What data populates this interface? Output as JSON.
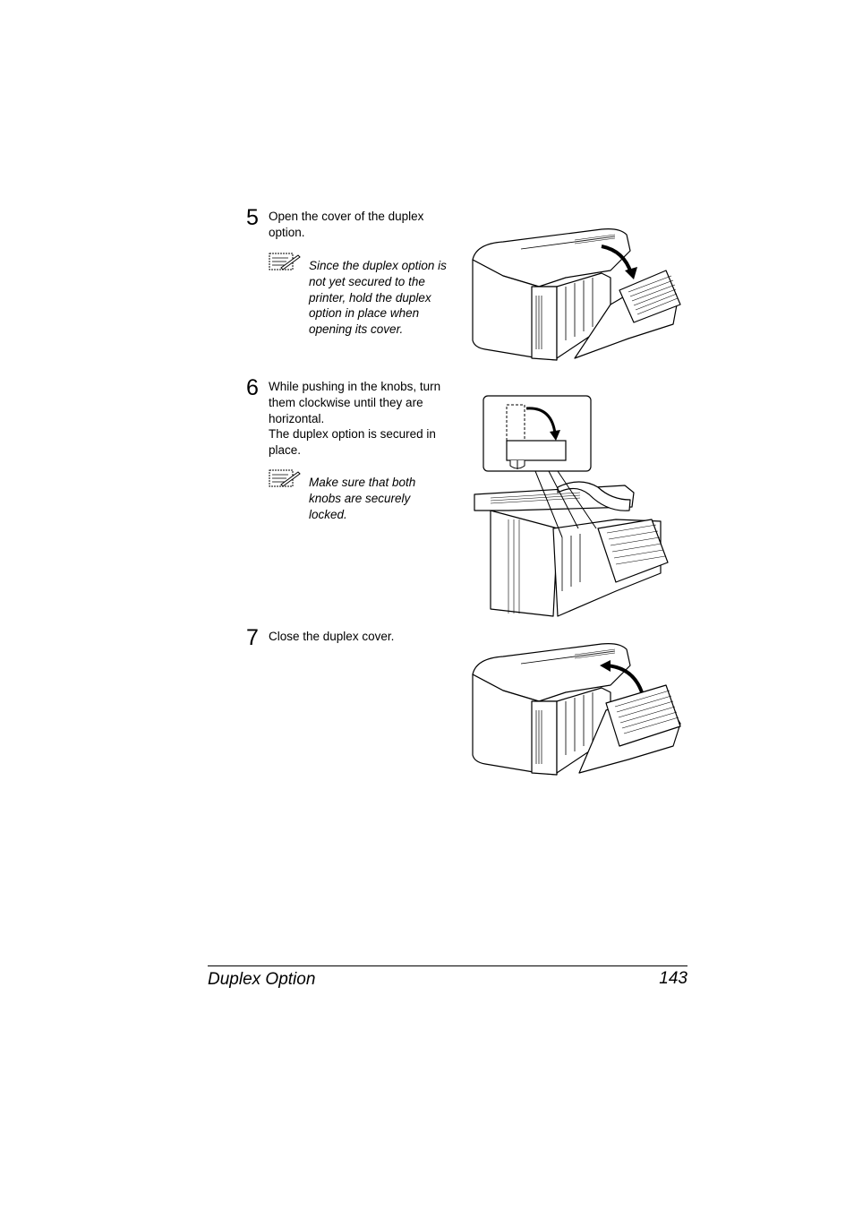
{
  "steps": [
    {
      "number": "5",
      "text": "Open the cover of the duplex\noption.",
      "note": "Since the duplex option is\nnot yet secured to the\nprinter, hold the duplex\noption in place when\nopening its cover."
    },
    {
      "number": "6",
      "text": "While pushing in the knobs, turn\nthem clockwise until they are\nhorizontal.\nThe duplex option is secured in\nplace.",
      "note": "Make sure that both\nknobs are securely\nlocked."
    },
    {
      "number": "7",
      "text": "Close the duplex cover."
    }
  ],
  "footer": {
    "section": "Duplex Option",
    "page": "143"
  },
  "icons": [
    "note-icon",
    "printer-illustration",
    "knob-detail-illustration"
  ]
}
